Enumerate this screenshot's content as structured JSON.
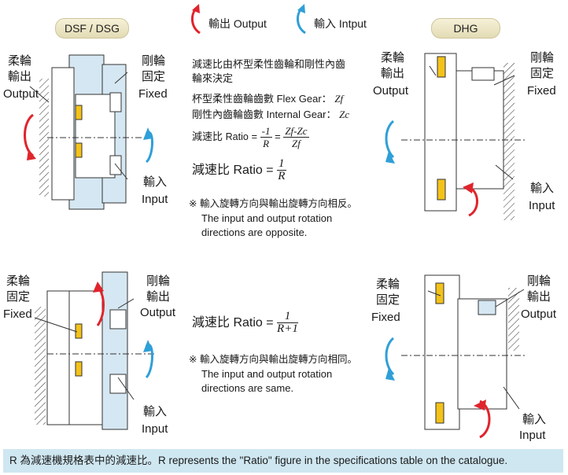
{
  "header": {
    "tab_dsf": "DSF / DSG",
    "tab_dhg": "DHG",
    "legend_output": "輸出 Output",
    "legend_input": "輸入 Intput"
  },
  "diagram1": {
    "flex_zh": "柔輪",
    "flex_role_zh": "輸出",
    "flex_role_en": "Output",
    "rigid_zh": "剛輪",
    "rigid_role_zh": "固定",
    "rigid_role_en": "Fixed",
    "input_zh": "輸入",
    "input_en": "Input"
  },
  "diagram2": {
    "flex_zh": "柔輪",
    "flex_role_zh": "輸出",
    "flex_role_en": "Output",
    "rigid_zh": "剛輪",
    "rigid_role_zh": "固定",
    "rigid_role_en": "Fixed",
    "input_zh": "輸入",
    "input_en": "Input"
  },
  "diagram3": {
    "flex_zh": "柔輪",
    "flex_role_zh": "固定",
    "flex_role_en": "Fixed",
    "rigid_zh": "剛輪",
    "rigid_role_zh": "輸出",
    "rigid_role_en": "Output",
    "input_zh": "輸入",
    "input_en": "Input"
  },
  "diagram4": {
    "flex_zh": "柔輪",
    "flex_role_zh": "固定",
    "flex_role_en": "Fixed",
    "rigid_zh": "剛輪",
    "rigid_role_zh": "輸出",
    "rigid_role_en": "Output",
    "input_zh": "輸入",
    "input_en": "Input"
  },
  "top_text": {
    "intro_1": "減速比由杯型柔性齒輪和剛性內齒",
    "intro_2": "輪來決定",
    "flex_gear": "杯型柔性齒輪齒數 Flex Gear：",
    "flex_sym": "Zf",
    "internal_gear": "剛性內齒輪齒數 Internal Gear：",
    "internal_sym": "Zc",
    "ratio_label_small": "減速比",
    "ratio_word_small": "Ratio",
    "eq1_num": "-1",
    "eq1_den": "R",
    "eq1_rnum": "Zf-Zc",
    "eq1_rden": "Zf",
    "ratio_label_big": "減速比 Ratio",
    "eq2_num": "1",
    "eq2_den": "R",
    "note_zh": "※ 輸入旋轉方向與輸出旋轉方向相反。",
    "note_en_1": "The input and output rotation",
    "note_en_2": "directions are opposite."
  },
  "bottom_text": {
    "ratio_label_big": "減速比 Ratio",
    "eq_num": "1",
    "eq_den": "R+1",
    "note_zh": "※ 輸入旋轉方向與輸出旋轉方向相同。",
    "note_en_1": "The input and output rotation",
    "note_en_2": "directions are same."
  },
  "footer": {
    "text": "R 為減速機規格表中的減速比。R represents the \"Ratio\" figure in the specifications table on the catalogue."
  },
  "colors": {
    "output_arrow": "#e0242c",
    "input_arrow": "#2f9fd8",
    "housing_fill": "#d5e7f2",
    "gear_yellow": "#f3c21a",
    "footer_bg": "#cfe7f1",
    "tab_bg": "#ece4c2"
  }
}
